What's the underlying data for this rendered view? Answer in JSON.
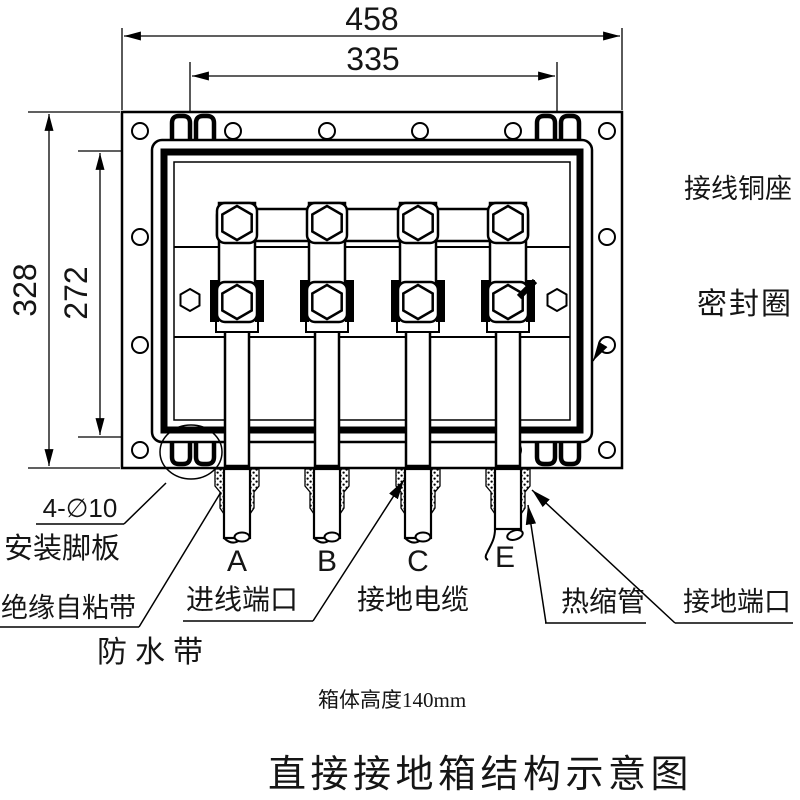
{
  "colors": {
    "line": "#000000",
    "background": "#ffffff"
  },
  "dimensions": {
    "overall_width": "458",
    "mounting_hole_span": "335",
    "overall_height": "328",
    "inner_height": "272"
  },
  "labels": {
    "hole_spec": "4-∅10",
    "mounting_foot_plate": "安装脚板",
    "insulation_self_adhesive_tape": "绝缘自粘带",
    "waterproof_tape": "防水带",
    "inlet_port": "进线端口",
    "grounding_cable": "接地电缆",
    "heat_shrink_tube": "热缩管",
    "grounding_port": "接地端口",
    "terminal_copper_seat": "接线铜座",
    "sealing_ring": "密封圈"
  },
  "cable_markers": [
    "A",
    "B",
    "C",
    "E"
  ],
  "note_box_height": "箱体高度140mm",
  "title": "直接接地箱结构示意图"
}
